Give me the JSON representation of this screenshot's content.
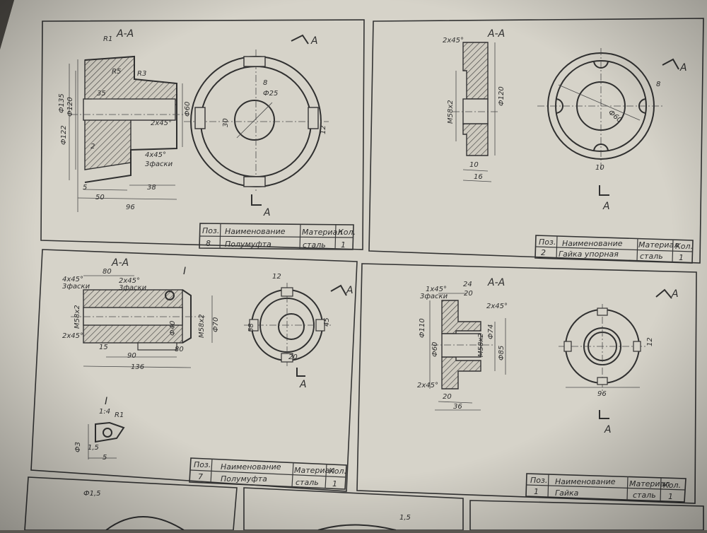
{
  "colors": {
    "paper": "#d9d6cc",
    "ink": "#333333",
    "background": "#5a5650"
  },
  "title_block_headers": {
    "pos": "Поз.",
    "name": "Наименование",
    "material": "Материал",
    "qty": "Кол."
  },
  "parts": [
    {
      "pos": "8",
      "name": "Полумуфта",
      "material": "сталь",
      "qty": "1",
      "section": "А-А",
      "view_mark": "А",
      "dims": {
        "r": "R1",
        "d135": "Ф135",
        "d120": "Ф120",
        "d122": "Ф122",
        "d35": "35",
        "d25": "Ф25",
        "d60": "Ф60",
        "d2": "2",
        "d5": "5",
        "d50": "50",
        "d38": "38",
        "d96": "96",
        "d30": "30",
        "d8": "8",
        "d12": "12",
        "ch1": "2х45°",
        "ch2": "4х45°",
        "ch2b": "3фаски",
        "r5": "R5",
        "r25": "R3"
      }
    },
    {
      "pos": "2",
      "name": "Гайка упорная",
      "material": "сталь",
      "qty": "1",
      "section": "А-А",
      "view_mark": "А",
      "dims": {
        "ch": "2х45°",
        "thread": "М58х2",
        "d120": "Ф120",
        "d10": "10",
        "d16": "16",
        "d8": "8",
        "d10b": "10",
        "d60": "Ф60"
      }
    },
    {
      "pos": "7",
      "name": "Полумуфта",
      "material": "сталь",
      "qty": "1",
      "section": "А-А",
      "view_mark": "А",
      "detail": "I",
      "detail_scale": "1:4",
      "dims": {
        "d80": "80",
        "ch1": "4х45°",
        "ch1b": "3фаски",
        "ch2": "2х45°",
        "ch2b": "3фаски",
        "thread": "М58х2",
        "d40": "Ф40",
        "thread2": "М58х2",
        "d70": "Ф70",
        "ch3": "2х45°",
        "d15": "15",
        "d90": "90",
        "d80b": "80",
        "d136": "136",
        "d12": "12",
        "d58": "58",
        "d45": "45",
        "d20": "20",
        "r1": "R1",
        "d3": "Ф3",
        "d15b": "1,5",
        "d5": "5"
      }
    },
    {
      "pos": "1",
      "name": "Гайка",
      "material": "сталь",
      "qty": "1",
      "section": "А-А",
      "view_mark": "А",
      "dims": {
        "ch1": "1х45°",
        "ch1b": "3фаски",
        "d24": "24",
        "d20": "20",
        "ch2": "2х45°",
        "d110": "Ф110",
        "d60": "Ф60",
        "thread": "М58х2",
        "d74": "Ф74",
        "d85": "Ф85",
        "ch3": "2х45°",
        "d20b": "20",
        "d36": "36",
        "d96": "96",
        "d12": "12"
      }
    }
  ],
  "bottom_dims": {
    "a": "Ф1,5",
    "b": "1,5"
  }
}
